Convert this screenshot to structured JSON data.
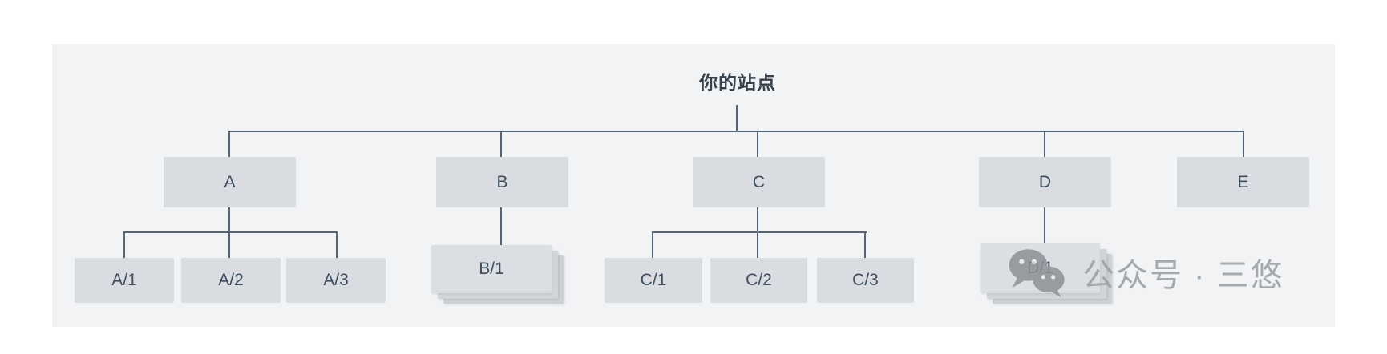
{
  "diagram": {
    "title": "你的站点",
    "nodes": {
      "A": {
        "label": "A"
      },
      "B": {
        "label": "B"
      },
      "C": {
        "label": "C"
      },
      "D": {
        "label": "D"
      },
      "E": {
        "label": "E"
      },
      "A1": {
        "label": "A/1"
      },
      "A2": {
        "label": "A/2"
      },
      "A3": {
        "label": "A/3"
      },
      "B1": {
        "label": "B/1"
      },
      "C1": {
        "label": "C/1"
      },
      "C2": {
        "label": "C/2"
      },
      "C3": {
        "label": "C/3"
      },
      "D1": {
        "label": "D/1"
      }
    },
    "structure": {
      "root": "你的站点",
      "children": [
        "A",
        "B",
        "C",
        "D",
        "E"
      ],
      "A_children": [
        "A/1",
        "A/2",
        "A/3"
      ],
      "B_children": [
        "B/1"
      ],
      "C_children": [
        "C/1",
        "C/2",
        "C/3"
      ],
      "D_children": [
        "D/1"
      ],
      "E_children": []
    },
    "colors": {
      "panel": "#f2f3f5",
      "node_fill": "#d9dce0",
      "node_text": "#3e4d5f",
      "line": "#566576",
      "watermark_text": "#9fa2a6"
    }
  },
  "watermark": {
    "text": "公众号 · 三悠",
    "icon": "wechat-logo"
  }
}
